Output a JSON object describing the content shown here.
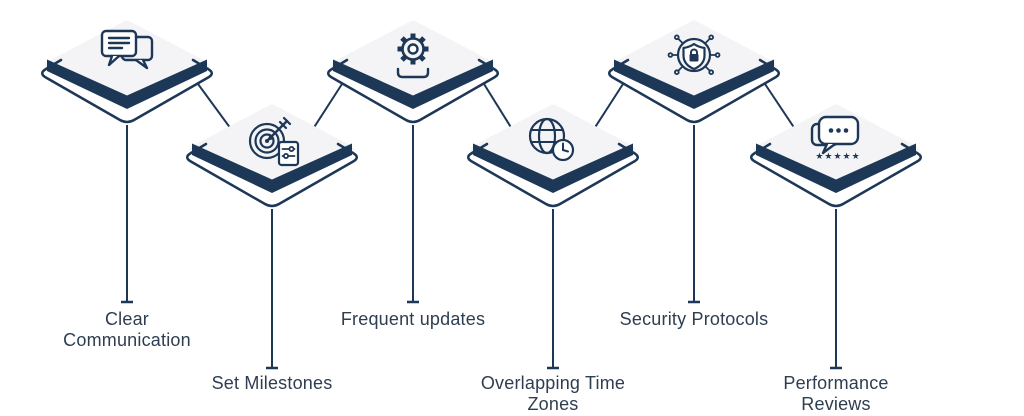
{
  "diagram": {
    "type": "zigzag-infographic",
    "colors": {
      "navy": "#1d3757",
      "card_fill": "#f4f4f6",
      "text": "#2e3e50",
      "background": "#ffffff"
    },
    "items": [
      {
        "name": "clear-communication",
        "icon": "chat-bubbles-icon",
        "row": "top",
        "lines": [
          "Clear",
          "Communication"
        ]
      },
      {
        "name": "set-milestones",
        "icon": "target-arrow-icon",
        "row": "bottom",
        "lines": [
          "Set Milestones"
        ]
      },
      {
        "name": "frequent-updates",
        "icon": "gear-update-icon",
        "row": "top",
        "lines": [
          "Frequent updates"
        ]
      },
      {
        "name": "overlapping-time-zones",
        "icon": "globe-clock-icon",
        "row": "bottom",
        "lines": [
          "Overlapping Time",
          "Zones"
        ]
      },
      {
        "name": "security-protocols",
        "icon": "shield-lock-network-icon",
        "row": "top",
        "lines": [
          "Security Protocols"
        ]
      },
      {
        "name": "performance-reviews",
        "icon": "chat-rating-icon",
        "row": "bottom",
        "lines": [
          "Performance",
          "Reviews"
        ]
      }
    ]
  }
}
